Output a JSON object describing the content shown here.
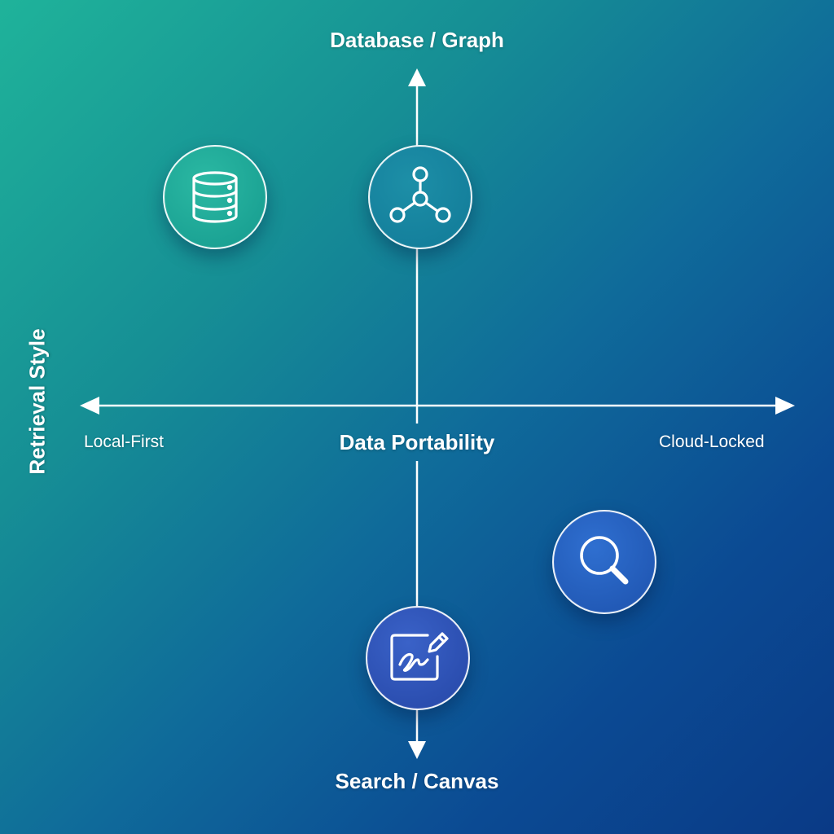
{
  "axes": {
    "top_label": "Database / Graph",
    "bottom_label": "Search / Canvas",
    "vertical_label": "Retrieval Style",
    "horizontal_label": "Data Portability",
    "left_label": "Local-First",
    "right_label": "Cloud-Locked"
  },
  "nodes": [
    {
      "icon": "database-icon"
    },
    {
      "icon": "graph-network-icon"
    },
    {
      "icon": "search-magnifier-icon"
    },
    {
      "icon": "canvas-pen-icon"
    }
  ],
  "colors": {
    "gradient_start": "#1fb39a",
    "gradient_end": "#0a3a86",
    "line": "#ffffff"
  }
}
